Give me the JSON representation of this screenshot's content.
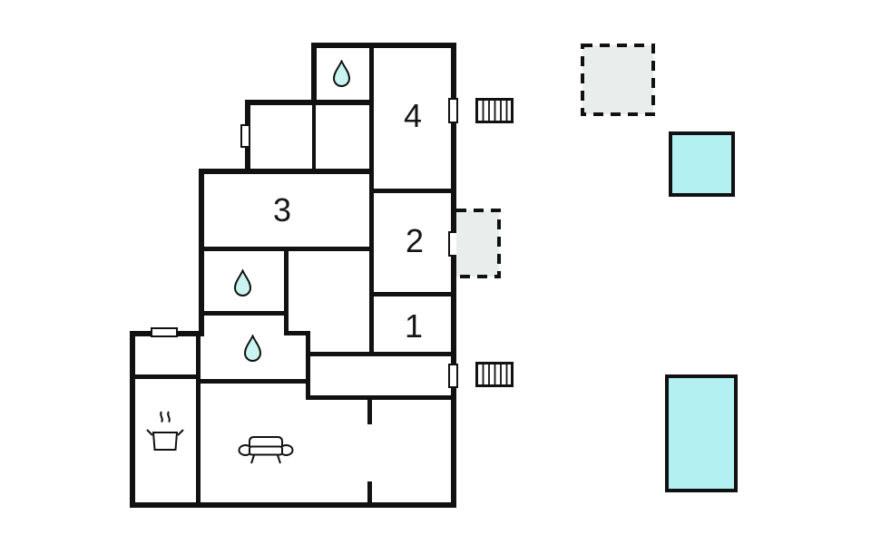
{
  "plan": {
    "kind": "floor-plan",
    "rooms": [
      {
        "name": "room-4",
        "label": "4"
      },
      {
        "name": "room-2",
        "label": "2"
      },
      {
        "name": "room-1",
        "label": "1"
      },
      {
        "name": "room-3",
        "label": "3"
      }
    ],
    "icons": [
      {
        "name": "water-drop-icon",
        "meaning": "bathroom / water point",
        "count": 3
      },
      {
        "name": "cooking-pot-icon",
        "meaning": "kitchen",
        "count": 1
      },
      {
        "name": "sofa-icon",
        "meaning": "living room",
        "count": 1
      },
      {
        "name": "stairs-icon",
        "meaning": "entrance steps",
        "count": 2
      },
      {
        "name": "door-opening",
        "meaning": "door / window opening",
        "count": 5
      }
    ],
    "outdoor": [
      {
        "name": "dashed-patio-square",
        "style": "dashed outline, light grey fill"
      },
      {
        "name": "dashed-patio-attached",
        "style": "dashed outline attached to east wall, light grey fill"
      },
      {
        "name": "small-pool",
        "style": "solid outline, cyan fill"
      },
      {
        "name": "large-pool",
        "style": "solid outline, cyan fill"
      }
    ]
  },
  "colors": {
    "wall": "#111111",
    "water_drop": "#c9f4f1",
    "pool": "#b3f0f2",
    "patio": "#e9eeec",
    "door": "#ffffff",
    "background": "#ffffff"
  }
}
